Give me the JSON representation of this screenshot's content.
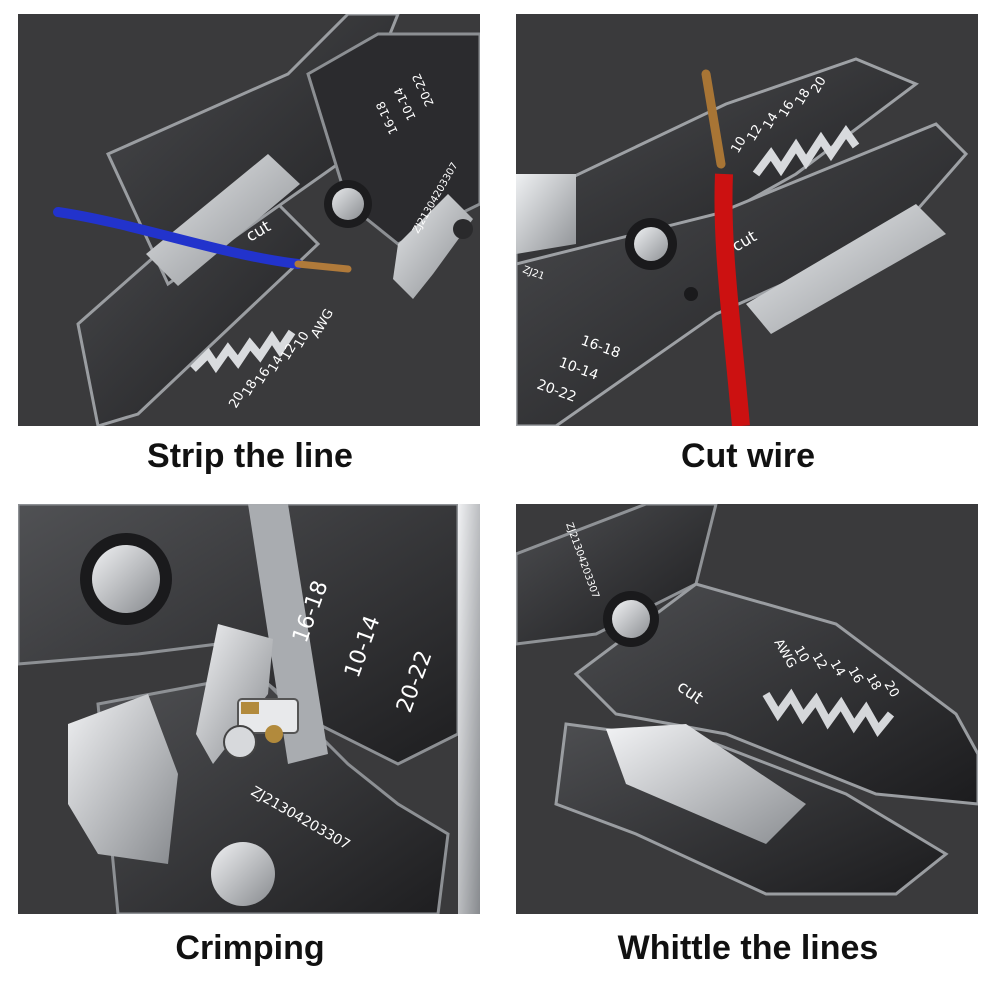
{
  "panels": [
    {
      "caption": "Strip the line",
      "engraving": {
        "cut_label": "cut",
        "awg_label": "AWG",
        "gauges": [
          "10",
          "12",
          "14",
          "16",
          "18",
          "20"
        ],
        "crimp_sizes": [
          "16-18",
          "10-14",
          "20-22"
        ],
        "serial": "ZJ21304203307"
      },
      "wire_color": "#2233cc"
    },
    {
      "caption": "Cut wire",
      "engraving": {
        "cut_label": "cut",
        "gauges": [
          "10",
          "12",
          "14",
          "16",
          "18",
          "20"
        ],
        "crimp_sizes": [
          "16-18",
          "10-14",
          "20-22"
        ],
        "serial": "ZJ21"
      },
      "wire_color": "#cc1111"
    },
    {
      "caption": "Crimping",
      "engraving": {
        "crimp_sizes": [
          "16-18",
          "10-14",
          "20-22"
        ],
        "serial": "ZJ21304203307"
      }
    },
    {
      "caption": "Whittle the lines",
      "engraving": {
        "cut_label": "cut",
        "awg_label": "AWG",
        "gauges": [
          "10",
          "12",
          "14",
          "16",
          "18",
          "20"
        ],
        "serial": "ZJ21304203307"
      }
    }
  ],
  "colors": {
    "background": "#3a3a3c",
    "tool_dark": "#2a2a2c",
    "tool_steel": "#bfc2c6",
    "caption": "#111111"
  }
}
